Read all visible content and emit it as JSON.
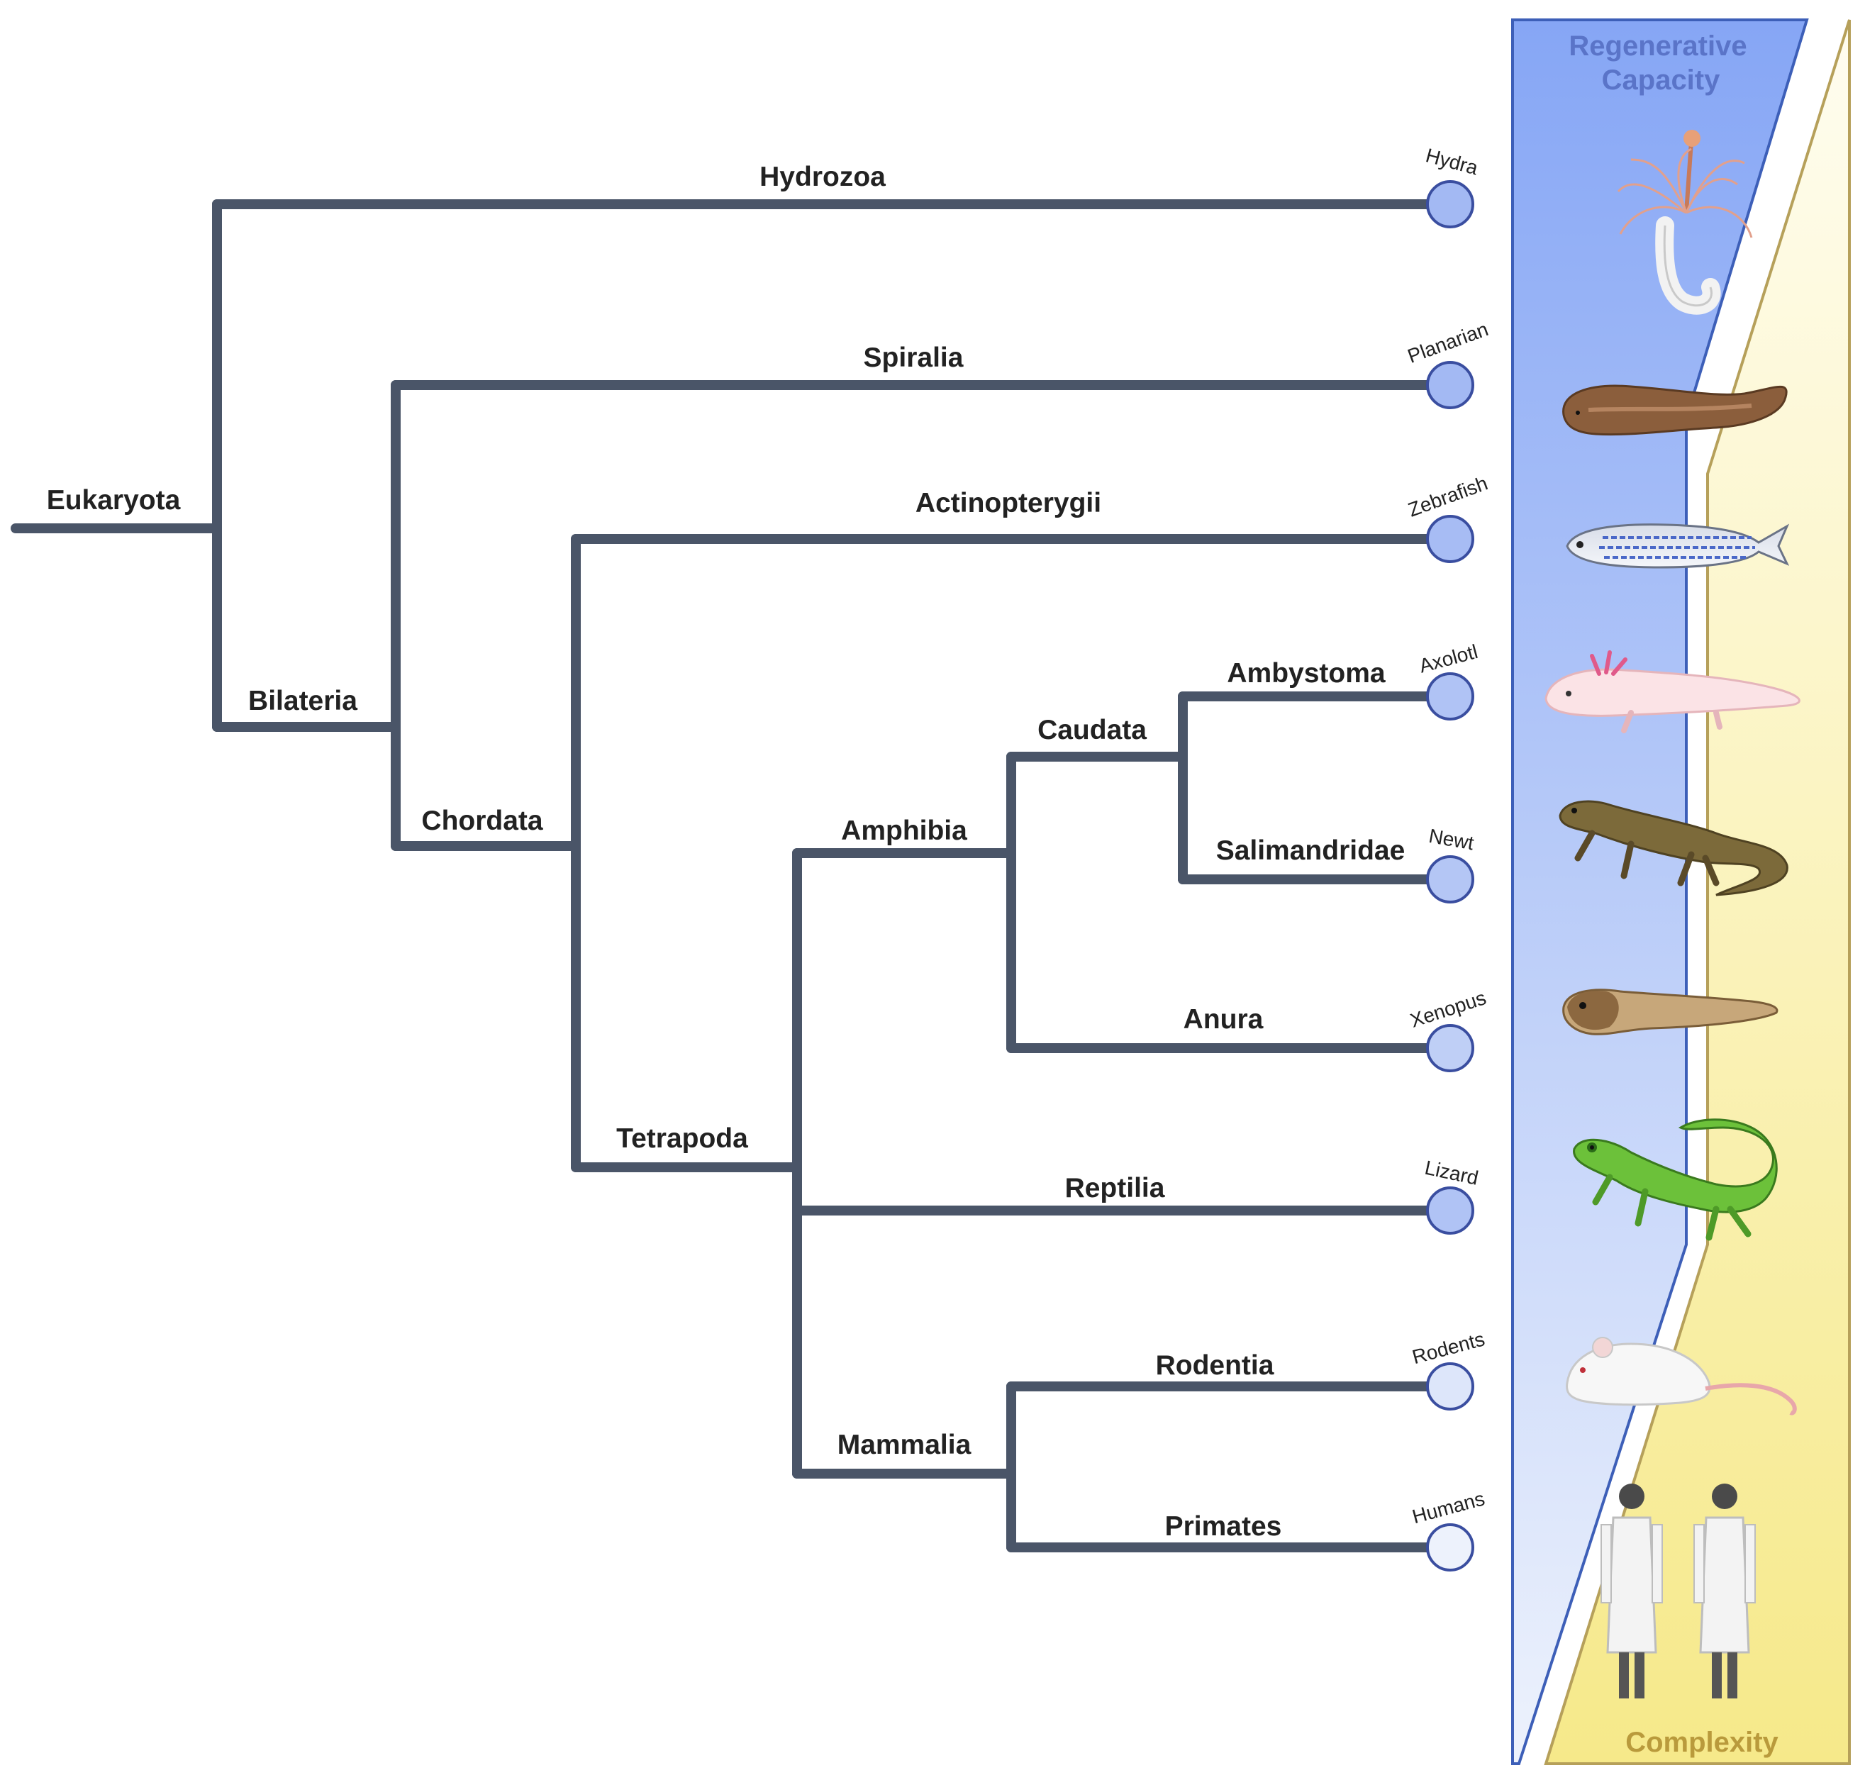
{
  "root_label": "Eukaryota",
  "clades": {
    "bilateria": "Bilateria",
    "chordata": "Chordata",
    "tetrapoda": "Tetrapoda",
    "amphibia": "Amphibia",
    "caudata": "Caudata",
    "mammalia": "Mammalia"
  },
  "branches": {
    "hydrozoa": "Hydrozoa",
    "spiralia": "Spiralia",
    "actinopterygii": "Actinopterygii",
    "ambystoma": "Ambystoma",
    "salimandridae": "Salimandridae",
    "anura": "Anura",
    "reptilia": "Reptilia",
    "rodentia": "Rodentia",
    "primates": "Primates"
  },
  "organisms": {
    "hydra": "Hydra",
    "planarian": "Planarian",
    "zebrafish": "Zebrafish",
    "axolotl": "Axolotl",
    "newt": "Newt",
    "xenopus": "Xenopus",
    "lizard": "Lizard",
    "rodents": "Rodents",
    "humans": "Humans"
  },
  "gradient": {
    "regenerative_line1": "Regenerative",
    "regenerative_line2": "Capacity",
    "complexity": "Complexity"
  },
  "colors": {
    "tree": "#4a5568",
    "regen_dark": "#86a6f5",
    "regen_light": "#e9effb",
    "complexity_light": "#fffbe6",
    "complexity_dark": "#f6ea8a",
    "regen_text": "#5a74c8",
    "complexity_text": "#b99a3c"
  }
}
